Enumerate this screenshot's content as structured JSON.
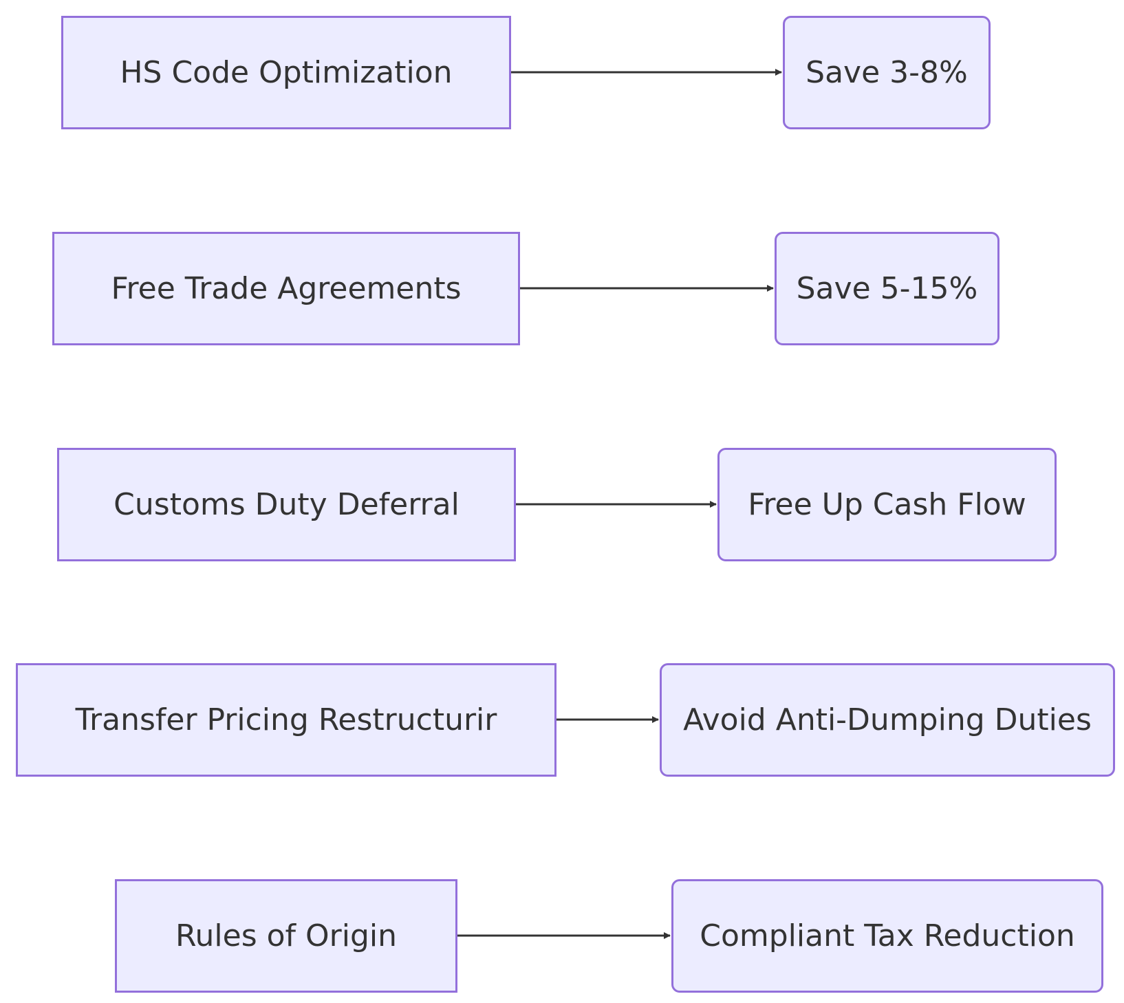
{
  "diagram": {
    "type": "flowchart",
    "colors": {
      "node_fill": "#ececff",
      "node_border": "#9370db",
      "text": "#333333",
      "edge": "#333333"
    },
    "rows": [
      {
        "source": "HS Code Optimization",
        "target": "Save 3-8%"
      },
      {
        "source": "Free Trade Agreements",
        "target": "Save 5-15%"
      },
      {
        "source": "Customs Duty Deferral",
        "target": "Free Up Cash Flow"
      },
      {
        "source": "Transfer Pricing Restructurir",
        "target": "Avoid Anti-Dumping Duties"
      },
      {
        "source": "Rules of Origin",
        "target": "Compliant Tax Reduction"
      }
    ]
  }
}
